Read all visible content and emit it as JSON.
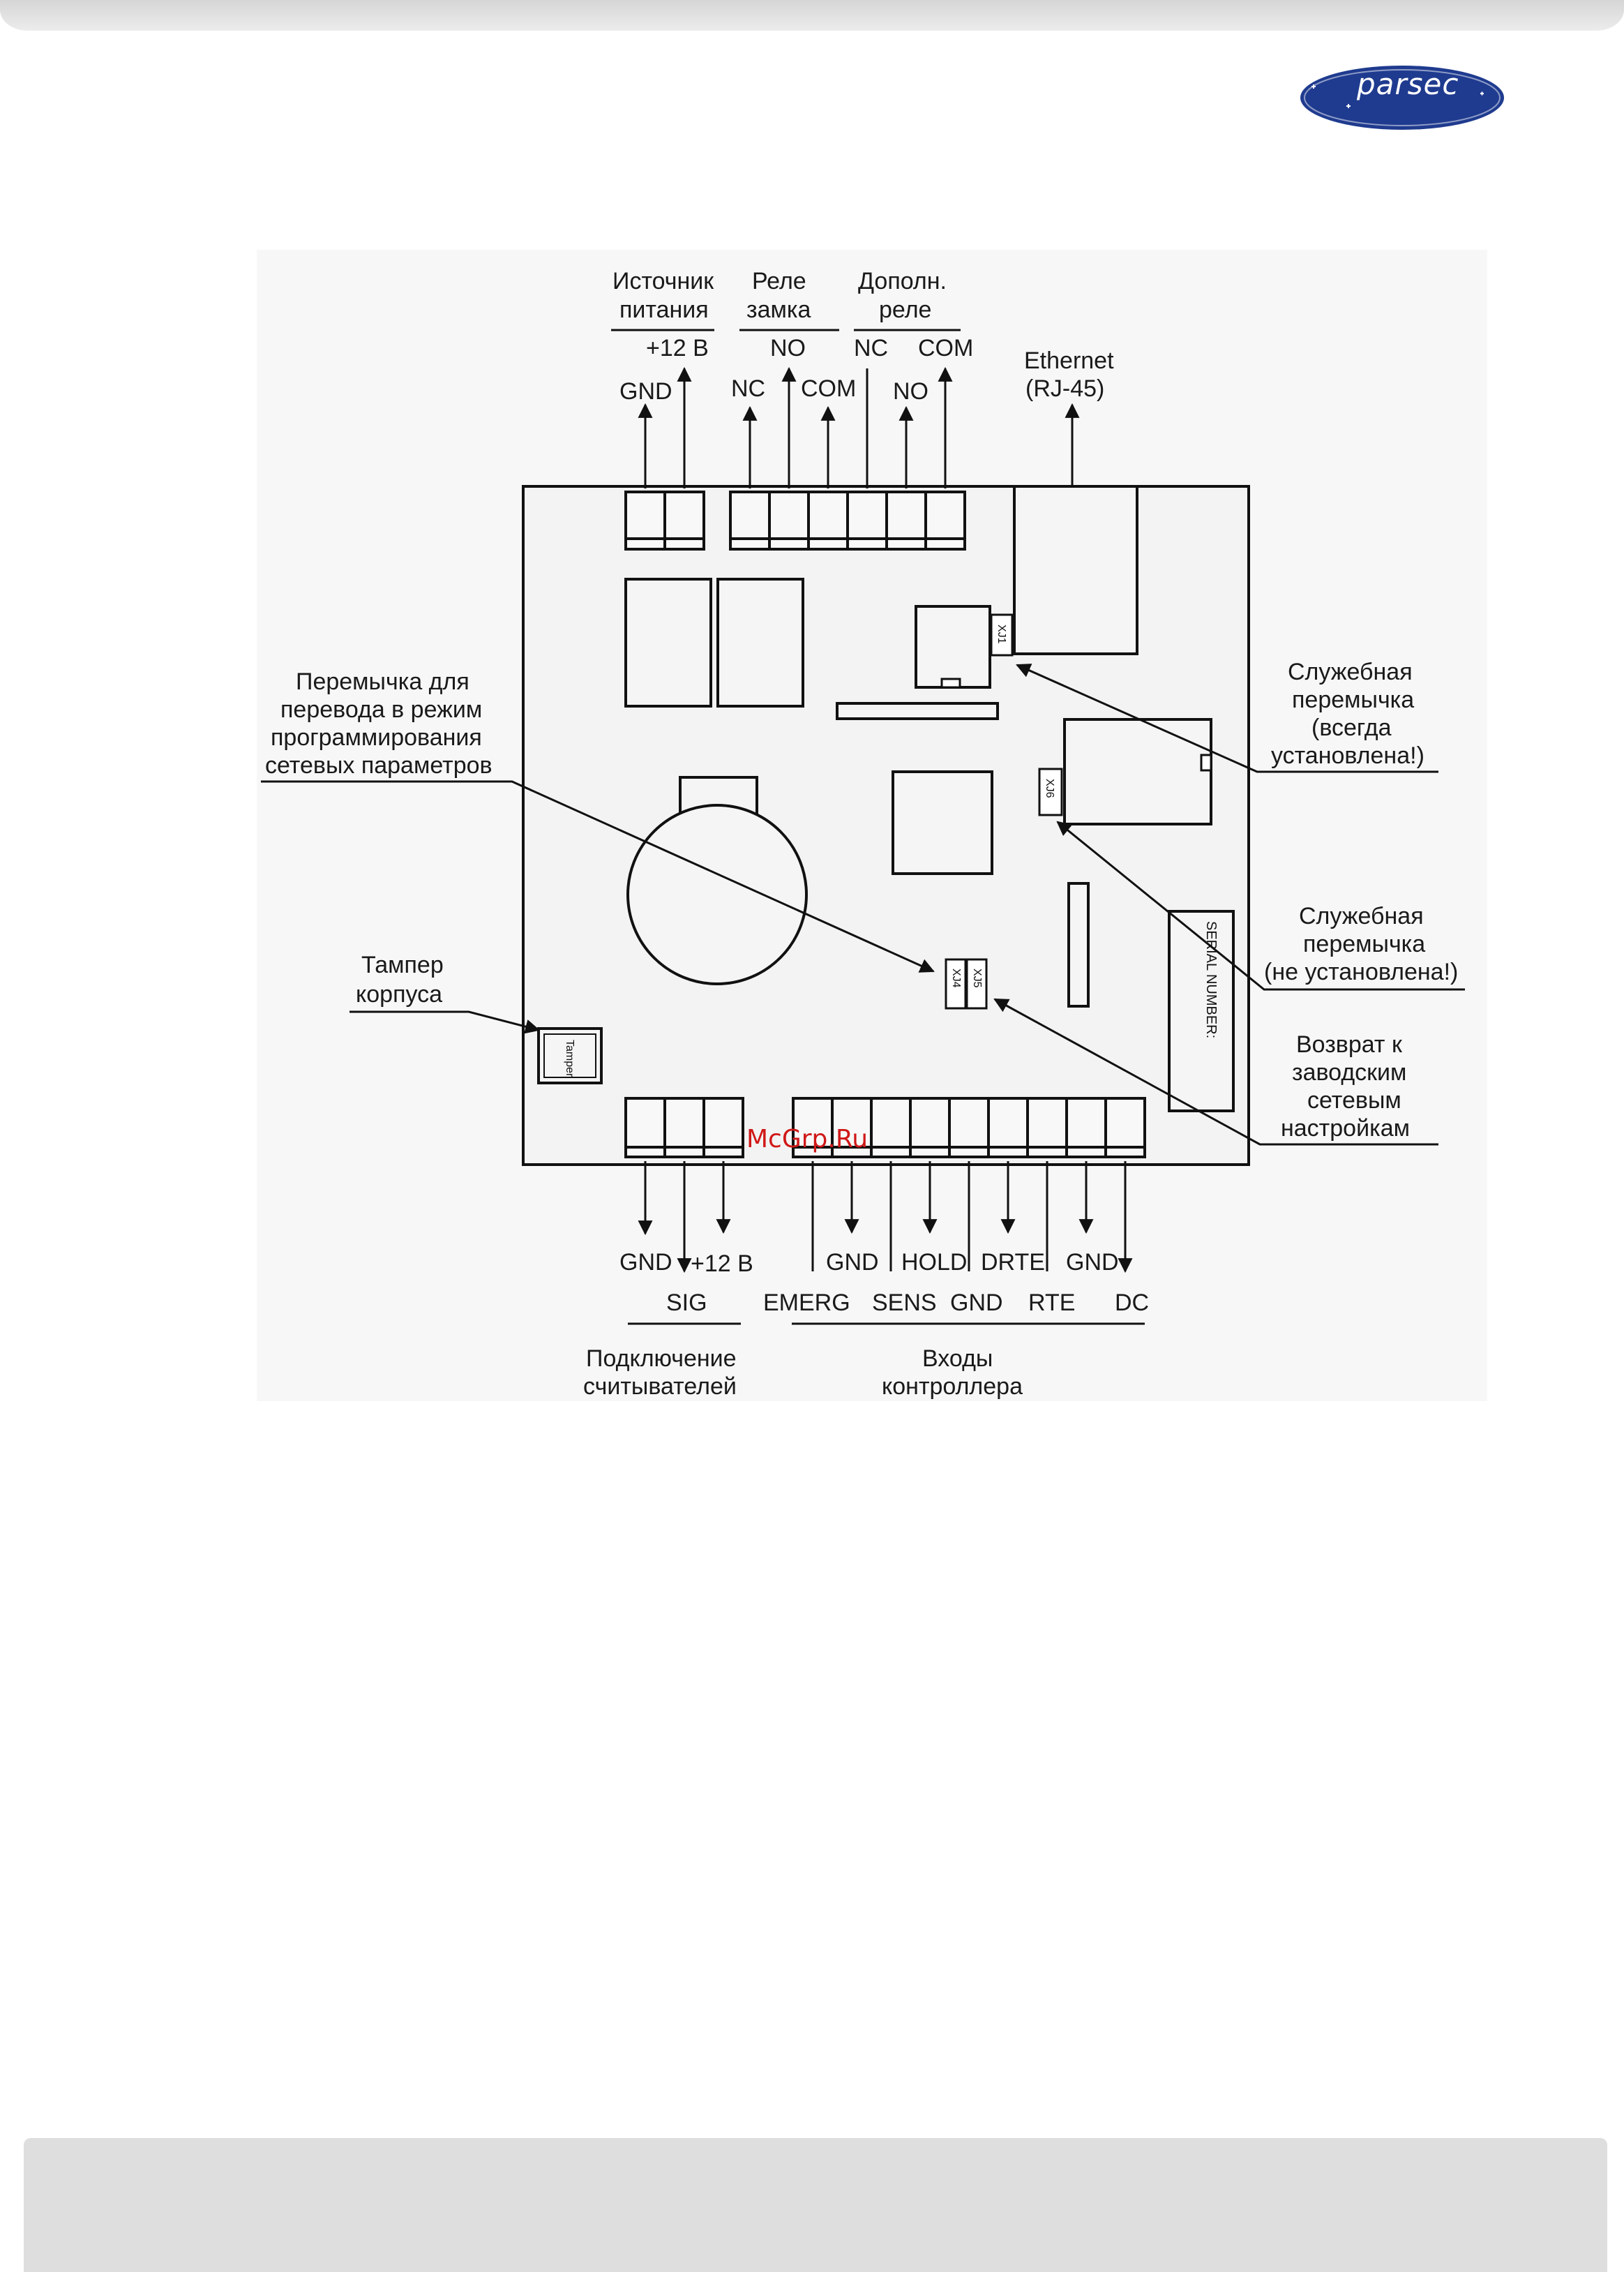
{
  "logo": {
    "text": "parsec",
    "color": "#1f3b8f"
  },
  "watermark": "McGrp.Ru",
  "top_groups": {
    "power": [
      "Источник",
      "питания"
    ],
    "lock_relay": [
      "Реле",
      "замка"
    ],
    "aux_relay": [
      "Дополн.",
      "реле"
    ]
  },
  "top_pins": {
    "plus12": "+12 В",
    "gnd": "GND",
    "no1": "NO",
    "nc1": "NC",
    "com1": "COM",
    "nc2": "NC",
    "com2": "COM",
    "no2": "NO"
  },
  "ethernet": [
    "Ethernet",
    "(RJ-45)"
  ],
  "left_labels": {
    "jumper_prog": [
      "Перемычка для",
      "перевода в режим",
      "программирования",
      "сетевых параметров"
    ],
    "tamper": [
      "Тампер",
      "корпуса"
    ]
  },
  "right_labels": {
    "service_installed": [
      "Служебная",
      "перемычка",
      "(всегда",
      "установлена!)"
    ],
    "service_not_installed": [
      "Служебная",
      "перемычка",
      "(не установлена!)"
    ],
    "factory_reset": [
      "Возврат к",
      "заводским",
      "сетевым",
      "настройкам"
    ]
  },
  "board": {
    "xj1": "XJ1",
    "xj6": "XJ6",
    "xj4": "XJ4",
    "xj5": "XJ5",
    "tamper": "Tamper",
    "serial": "SERIAL NUMBER:"
  },
  "bottom_pins": {
    "gnd_reader": "GND",
    "plus12_reader": "+12 В",
    "sig": "SIG",
    "emerg": "EMERG",
    "gnd1": "GND",
    "sens": "SENS",
    "hold": "HOLD",
    "gnd2": "GND",
    "drte": "DRTE",
    "rte": "RTE",
    "gnd3": "GND",
    "dc": "DC"
  },
  "bottom_groups": {
    "readers": [
      "Подключение",
      "считывателей"
    ],
    "inputs": [
      "Входы",
      "контроллера"
    ]
  }
}
